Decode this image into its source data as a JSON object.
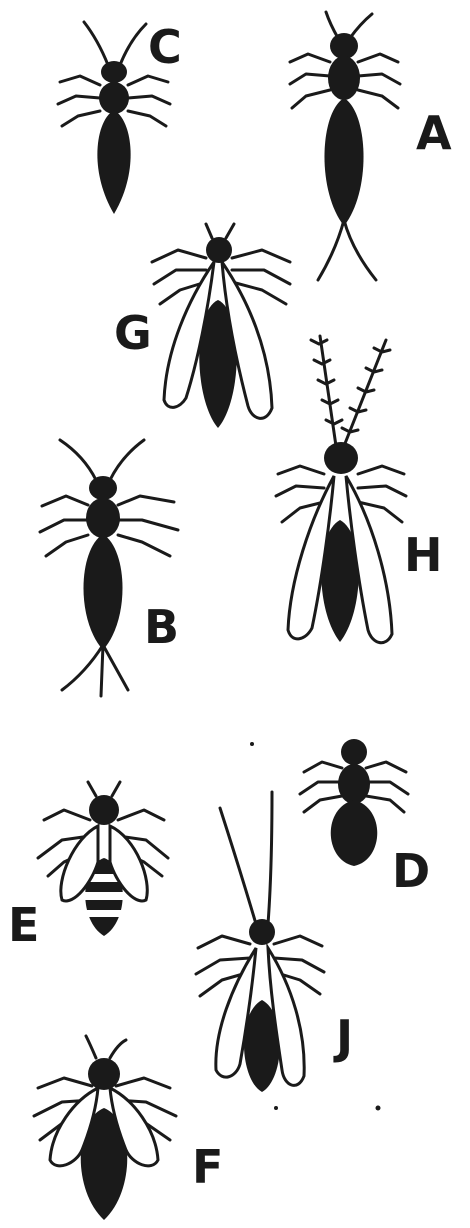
{
  "labels": {
    "c": "C",
    "a": "A",
    "g": "G",
    "b": "B",
    "h": "H",
    "d": "D",
    "e": "E",
    "j": "J",
    "f": "F"
  },
  "colors": {
    "ink": "#1a1a1a",
    "paper": "#ffffff"
  }
}
